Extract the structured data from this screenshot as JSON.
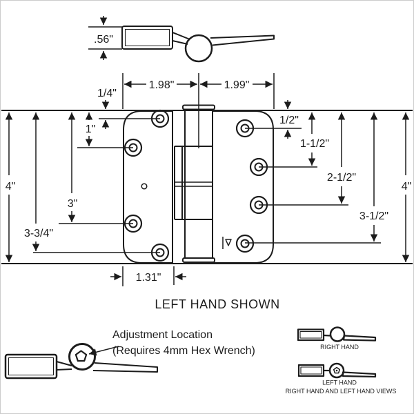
{
  "colors": {
    "line": "#1c1c1c",
    "background": "#ffffff",
    "frame": "#cccccc"
  },
  "side_view": {
    "thickness": ".56\""
  },
  "plan": {
    "caption": "LEFT HAND SHOWN",
    "dims": {
      "left_leaf_width": "1.98\"",
      "right_leaf_width": "1.99\"",
      "left_hole1": "1/4\"",
      "left_hole2": "1\"",
      "left_hole3": "3\"",
      "left_hole4": "3-3/4\"",
      "left_height": "4\"",
      "right_hole1": "1/2\"",
      "right_hole2": "1-1/2\"",
      "right_hole3": "2-1/2\"",
      "right_hole4": "3-1/2\"",
      "right_height": "4\"",
      "leaf_plate_width": "1.31\""
    }
  },
  "adjustment": {
    "line1": "Adjustment Location",
    "line2": "(Requires 4mm Hex Wrench)"
  },
  "legend": {
    "right_hand": "RIGHT HAND",
    "left_hand": "LEFT HAND",
    "caption": "RIGHT HAND AND LEFT HAND VIEWS"
  }
}
